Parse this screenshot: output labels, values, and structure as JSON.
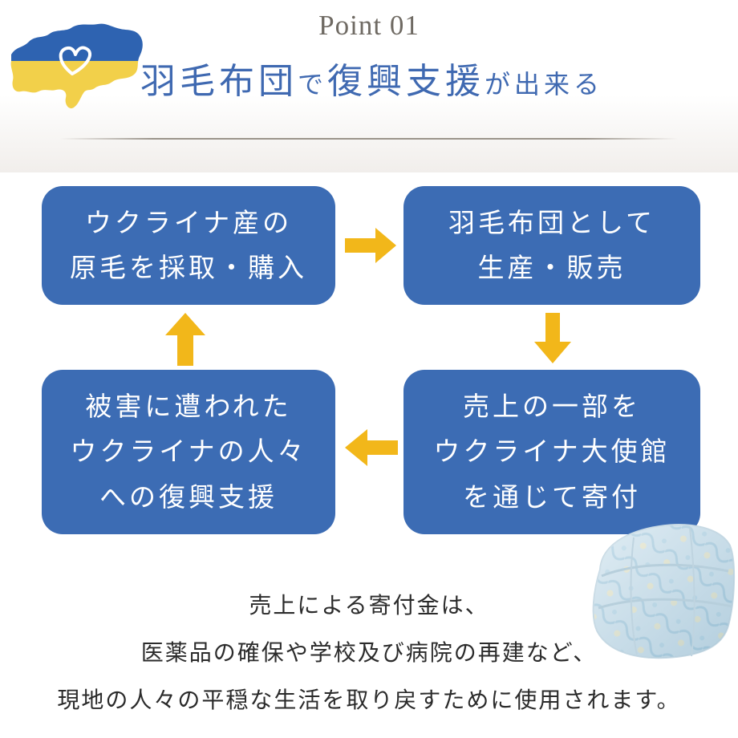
{
  "header": {
    "point_label": "Point 01",
    "headline_parts": [
      "羽毛布団",
      "で",
      "復興支援",
      "が出来る"
    ]
  },
  "flow": {
    "box1": [
      "ウクライナ産の",
      "原毛を採取・購入"
    ],
    "box2": [
      "羽毛布団として",
      "生産・販売"
    ],
    "box3": [
      "売上の一部を",
      "ウクライナ大使館",
      "を通じて寄付"
    ],
    "box4": [
      "被害に遭われた",
      "ウクライナの人々",
      "への復興支援"
    ]
  },
  "footer": {
    "lines": [
      "売上による寄付金は、",
      "医薬品の確保や学校及び病院の再建など、",
      "現地の人々の平穏な生活を取り戻すために使用されます。"
    ]
  },
  "colors": {
    "box_blue": "#3c6cb4",
    "arrow_yellow": "#f2b71a",
    "headline_blue": "#3f69b1",
    "flag_blue": "#2e63b1",
    "flag_yellow": "#f2d04a"
  },
  "icons": {
    "map": "ukraine-map-heart-icon",
    "duvet": "duvet-image"
  }
}
